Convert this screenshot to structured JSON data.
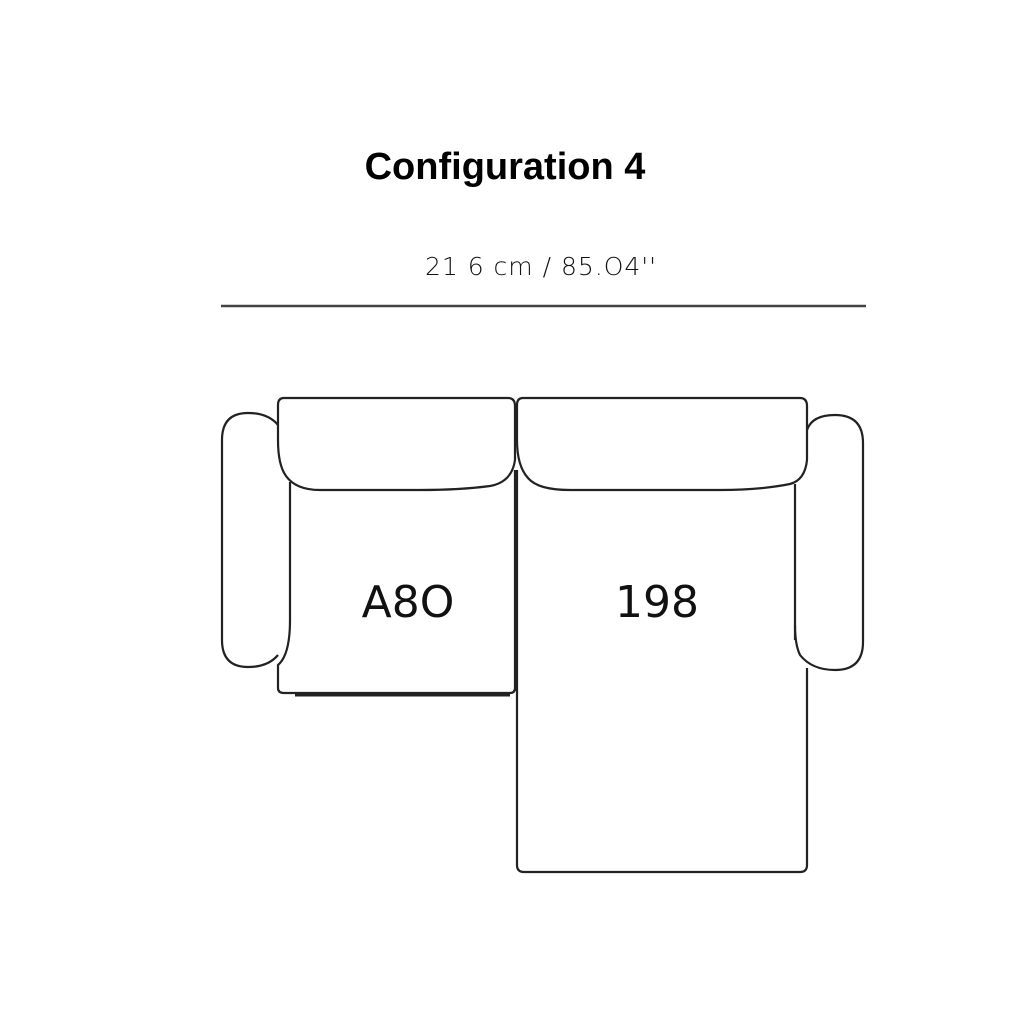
{
  "title": "Configuration 4",
  "total_width": "21 6 cm / 85.O4''",
  "modules": [
    {
      "label": "A8O"
    },
    {
      "label": "198"
    }
  ],
  "colors": {
    "line": "#222222",
    "background": "#ffffff"
  }
}
